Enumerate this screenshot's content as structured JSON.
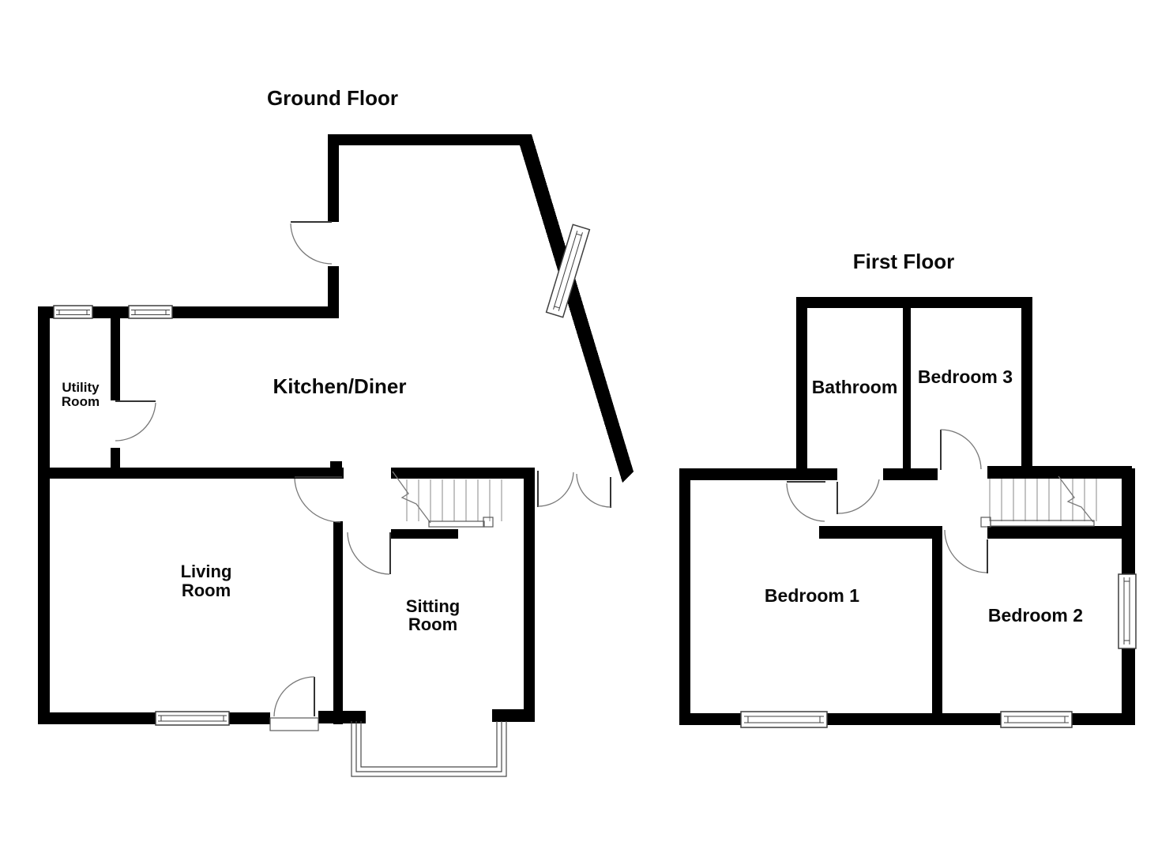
{
  "document": {
    "type": "floorplan",
    "background": "#ffffff"
  },
  "labels": {
    "ground_title": "Ground Floor",
    "first_title": "First Floor",
    "kitchen": "Kitchen/Diner",
    "utility_1": "Utility",
    "utility_2": "Room",
    "living_1": "Living",
    "living_2": "Room",
    "sitting_1": "Sitting",
    "sitting_2": "Room",
    "bathroom": "Bathroom",
    "bedroom3": "Bedroom 3",
    "bedroom1": "Bedroom 1",
    "bedroom2": "Bedroom 2"
  },
  "floors": [
    {
      "title": "Ground Floor",
      "rooms": [
        {
          "label": "Kitchen/Diner"
        },
        {
          "label": "Utility Room"
        },
        {
          "label": "Living Room"
        },
        {
          "label": "Sitting Room"
        }
      ],
      "features": [
        "stairs-up",
        "bay-window",
        "front-door",
        "french-doors",
        "angled-wall-window"
      ]
    },
    {
      "title": "First Floor",
      "rooms": [
        {
          "label": "Bathroom"
        },
        {
          "label": "Bedroom 3"
        },
        {
          "label": "Bedroom 1"
        },
        {
          "label": "Bedroom 2"
        }
      ],
      "features": [
        "stairs",
        "landing",
        "three-windows"
      ]
    }
  ],
  "colors": {
    "wall": "#000000",
    "door_arc": "#787878",
    "door_leaf": "#333333",
    "window_border": "#3f3f3f",
    "stair_tread": "#8a8a8a",
    "text": "#0a0a0a",
    "background": "#ffffff"
  }
}
